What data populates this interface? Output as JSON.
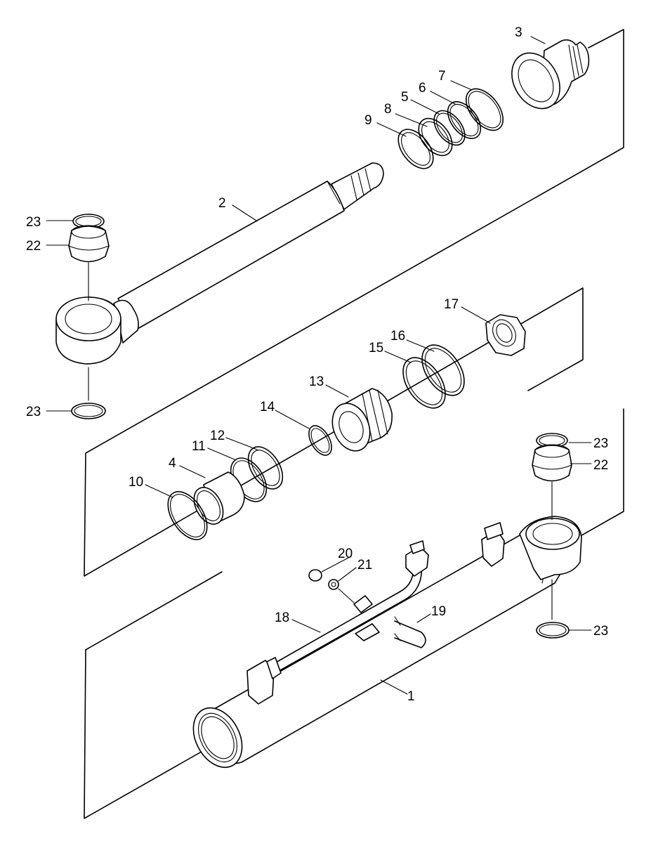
{
  "colors": {
    "line": "#000000",
    "background": "#ffffff"
  },
  "labels": [
    {
      "id": "1",
      "text": "1"
    },
    {
      "id": "2",
      "text": "2"
    },
    {
      "id": "3",
      "text": "3"
    },
    {
      "id": "4",
      "text": "4"
    },
    {
      "id": "5",
      "text": "5"
    },
    {
      "id": "6",
      "text": "6"
    },
    {
      "id": "7",
      "text": "7"
    },
    {
      "id": "8",
      "text": "8"
    },
    {
      "id": "9",
      "text": "9"
    },
    {
      "id": "10",
      "text": "10"
    },
    {
      "id": "11",
      "text": "11"
    },
    {
      "id": "12",
      "text": "12"
    },
    {
      "id": "13",
      "text": "13"
    },
    {
      "id": "14",
      "text": "14"
    },
    {
      "id": "15",
      "text": "15"
    },
    {
      "id": "16",
      "text": "16"
    },
    {
      "id": "17",
      "text": "17"
    },
    {
      "id": "18",
      "text": "18"
    },
    {
      "id": "19",
      "text": "19"
    },
    {
      "id": "20",
      "text": "20"
    },
    {
      "id": "21",
      "text": "21"
    },
    {
      "id": "22a",
      "text": "22"
    },
    {
      "id": "22b",
      "text": "22"
    },
    {
      "id": "23a",
      "text": "23"
    },
    {
      "id": "23b",
      "text": "23"
    },
    {
      "id": "23c",
      "text": "23"
    },
    {
      "id": "23d",
      "text": "23"
    }
  ]
}
